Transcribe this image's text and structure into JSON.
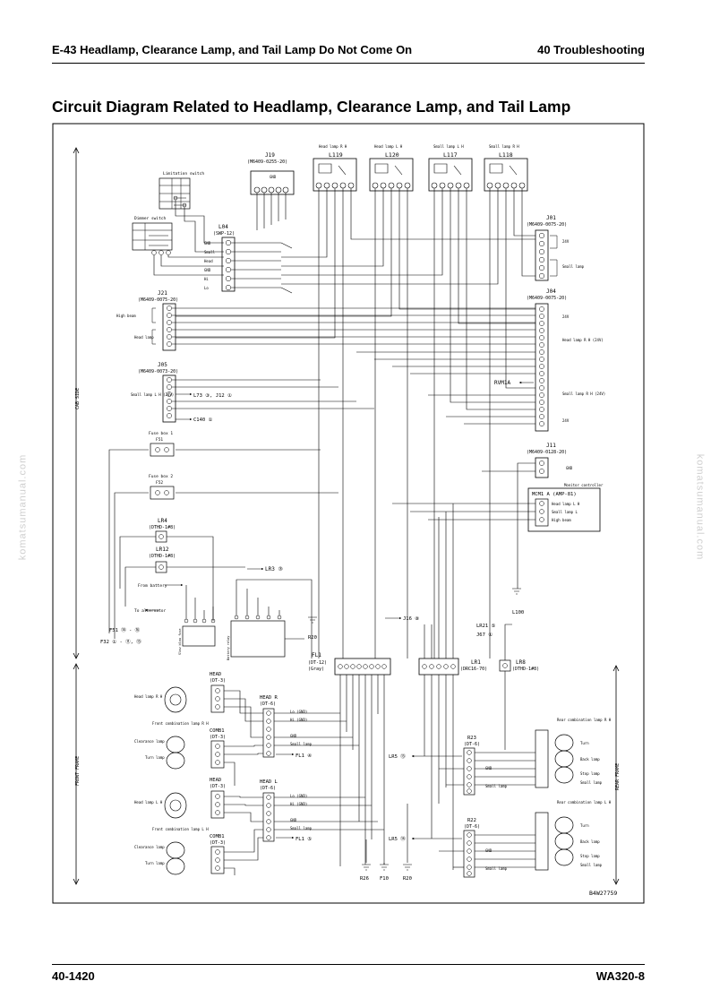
{
  "header": {
    "section_title": "E-43 Headlamp, Clearance Lamp, and Tail Lamp Do Not Come On",
    "chapter": "40 Troubleshooting"
  },
  "title": "Circuit Diagram Related to Headlamp, Clearance Lamp, and Tail Lamp",
  "diagram": {
    "drawing_number": "B4W27759",
    "connectors": {
      "j19": [
        "J19",
        "(M6409-0255-20)"
      ],
      "l04": [
        "L04",
        "(SWP-12)"
      ],
      "j01": [
        "J01",
        "(M6409-0075-20)"
      ],
      "j21": [
        "J21",
        "(M6409-0075-20)"
      ],
      "j04": [
        "J04",
        "(M6409-0075-20)"
      ],
      "j05": [
        "J05",
        "(M6409-0073-20)"
      ],
      "j11": [
        "J11",
        "(M6409-0128-20)"
      ],
      "lr4": [
        "LR4",
        "(DTHD-1#8)"
      ],
      "lr12": [
        "LR12",
        "(DTHD-1#8)"
      ],
      "fl1": [
        "FL1",
        "(DT-12)",
        "(Gray)"
      ],
      "lr1": [
        "LR1",
        "(DRC16-70)"
      ],
      "lr8": [
        "LR8",
        "(DTHD-1#8)"
      ],
      "head_l1": [
        "HEAD",
        "(DT-3)"
      ],
      "head_r": [
        "HEAD R",
        "(DT-6)"
      ],
      "comb1": [
        "COMB1",
        "(DT-3)"
      ],
      "head_l2": [
        "HEAD",
        "(DT-3)"
      ],
      "head_l": [
        "HEAD L",
        "(DT-6)"
      ],
      "comb2": [
        "COMB1",
        "(DT-3)"
      ],
      "r23": [
        "R23",
        "(DT-6)"
      ],
      "r22": [
        "R22",
        "(DT-6)"
      ],
      "mcm": [
        "MCM1 A (AMP-81)"
      ]
    },
    "relays": {
      "l119": [
        "Head lamp R H",
        "L119"
      ],
      "l120": [
        "Head lamp L H",
        "L120"
      ],
      "l117": [
        "Small lamp L H",
        "L117"
      ],
      "l118": [
        "Small lamp R H",
        "L118"
      ]
    },
    "switches": {
      "limitation": "Limitation switch",
      "dimmer": "Dimmer switch"
    },
    "labels": {
      "l04_wires": [
        "GND",
        "Small",
        "Head",
        "GND",
        "Hi",
        "Lo"
      ],
      "j19_wire": "GND",
      "j01_24v": "24V",
      "j01_small": "Small lamp",
      "j21_hi": "High beam",
      "j21_head": "Head lamp",
      "j04_24v": "24V",
      "j04_head": "Head lamp R H (24V)",
      "j04_small": "Small lamp R H (24V)",
      "j04_24v2": "24V",
      "j05_small": "Small lamp L H (24V)",
      "j05_ref1": "L73 ③, J12 ①",
      "j05_ref2": "C140 ①",
      "rvm": "RVM1A",
      "j11_gnd": "GND",
      "fusebox1": [
        "Fuse box 1",
        "F51"
      ],
      "fusebox2": [
        "Fuse box 2",
        "F52"
      ],
      "mcm_title": "Monitor controller",
      "mcm_pins": [
        "Head lamp L H",
        "Small lamp L",
        "High beam"
      ],
      "lr3": "LR3 ③",
      "from_battery": "From battery",
      "to_alternator": "To alternator",
      "f51": "F51 ⑭ - ⑯",
      "f32": "F32 ① - ⑪, ⑬",
      "r20a": "R20",
      "j16": "J16 ⑧",
      "lr21": "LR21 ⑤",
      "j67": "J67 ①",
      "l100": "L100",
      "fl1_ref": "FL1 ④",
      "fl1_ref2": "FL1 ⑤",
      "lr5a": "LR5 ⑬",
      "lr5b": "LR5 ⑭",
      "head_lamp_rh": "Head lamp R H",
      "head_lamp_lh": "Head lamp L H",
      "front_comb_rh": "Front combination lamp R H",
      "front_comb_lh": "Front combination lamp L H",
      "clearance": "Clearance lamp",
      "turn": "Turn lamp",
      "wire_lo": "Lo (GND)",
      "wire_hi": "Hi (GND)",
      "wire_gnd": "GND",
      "wire_small": "Small lamp",
      "rear_comb_rh": "Rear combination lamp R H",
      "rear_comb_lh": "Rear combination lamp L H",
      "rear_turn": "Turn",
      "rear_back": "Back lamp",
      "rear_stop": "Stop lamp",
      "rear_small": "Small lamp",
      "r23_gnd": "GND",
      "r23_small": "Small lamp",
      "r22_gnd": "GND",
      "r22_small": "Small lamp",
      "gnd_r26": "R26",
      "gnd_f10": "F10",
      "gnd_r20": "R20",
      "cab_side": "CAB SIDE",
      "front_frame": "FRONT FRAME",
      "rear_frame": "REAR FRAME",
      "relay_blocks": [
        "Slow blow fuse",
        "Battery relay"
      ]
    }
  },
  "footer": {
    "page": "40-1420",
    "model": "WA320-8"
  },
  "watermark": "komatsumanual.com"
}
